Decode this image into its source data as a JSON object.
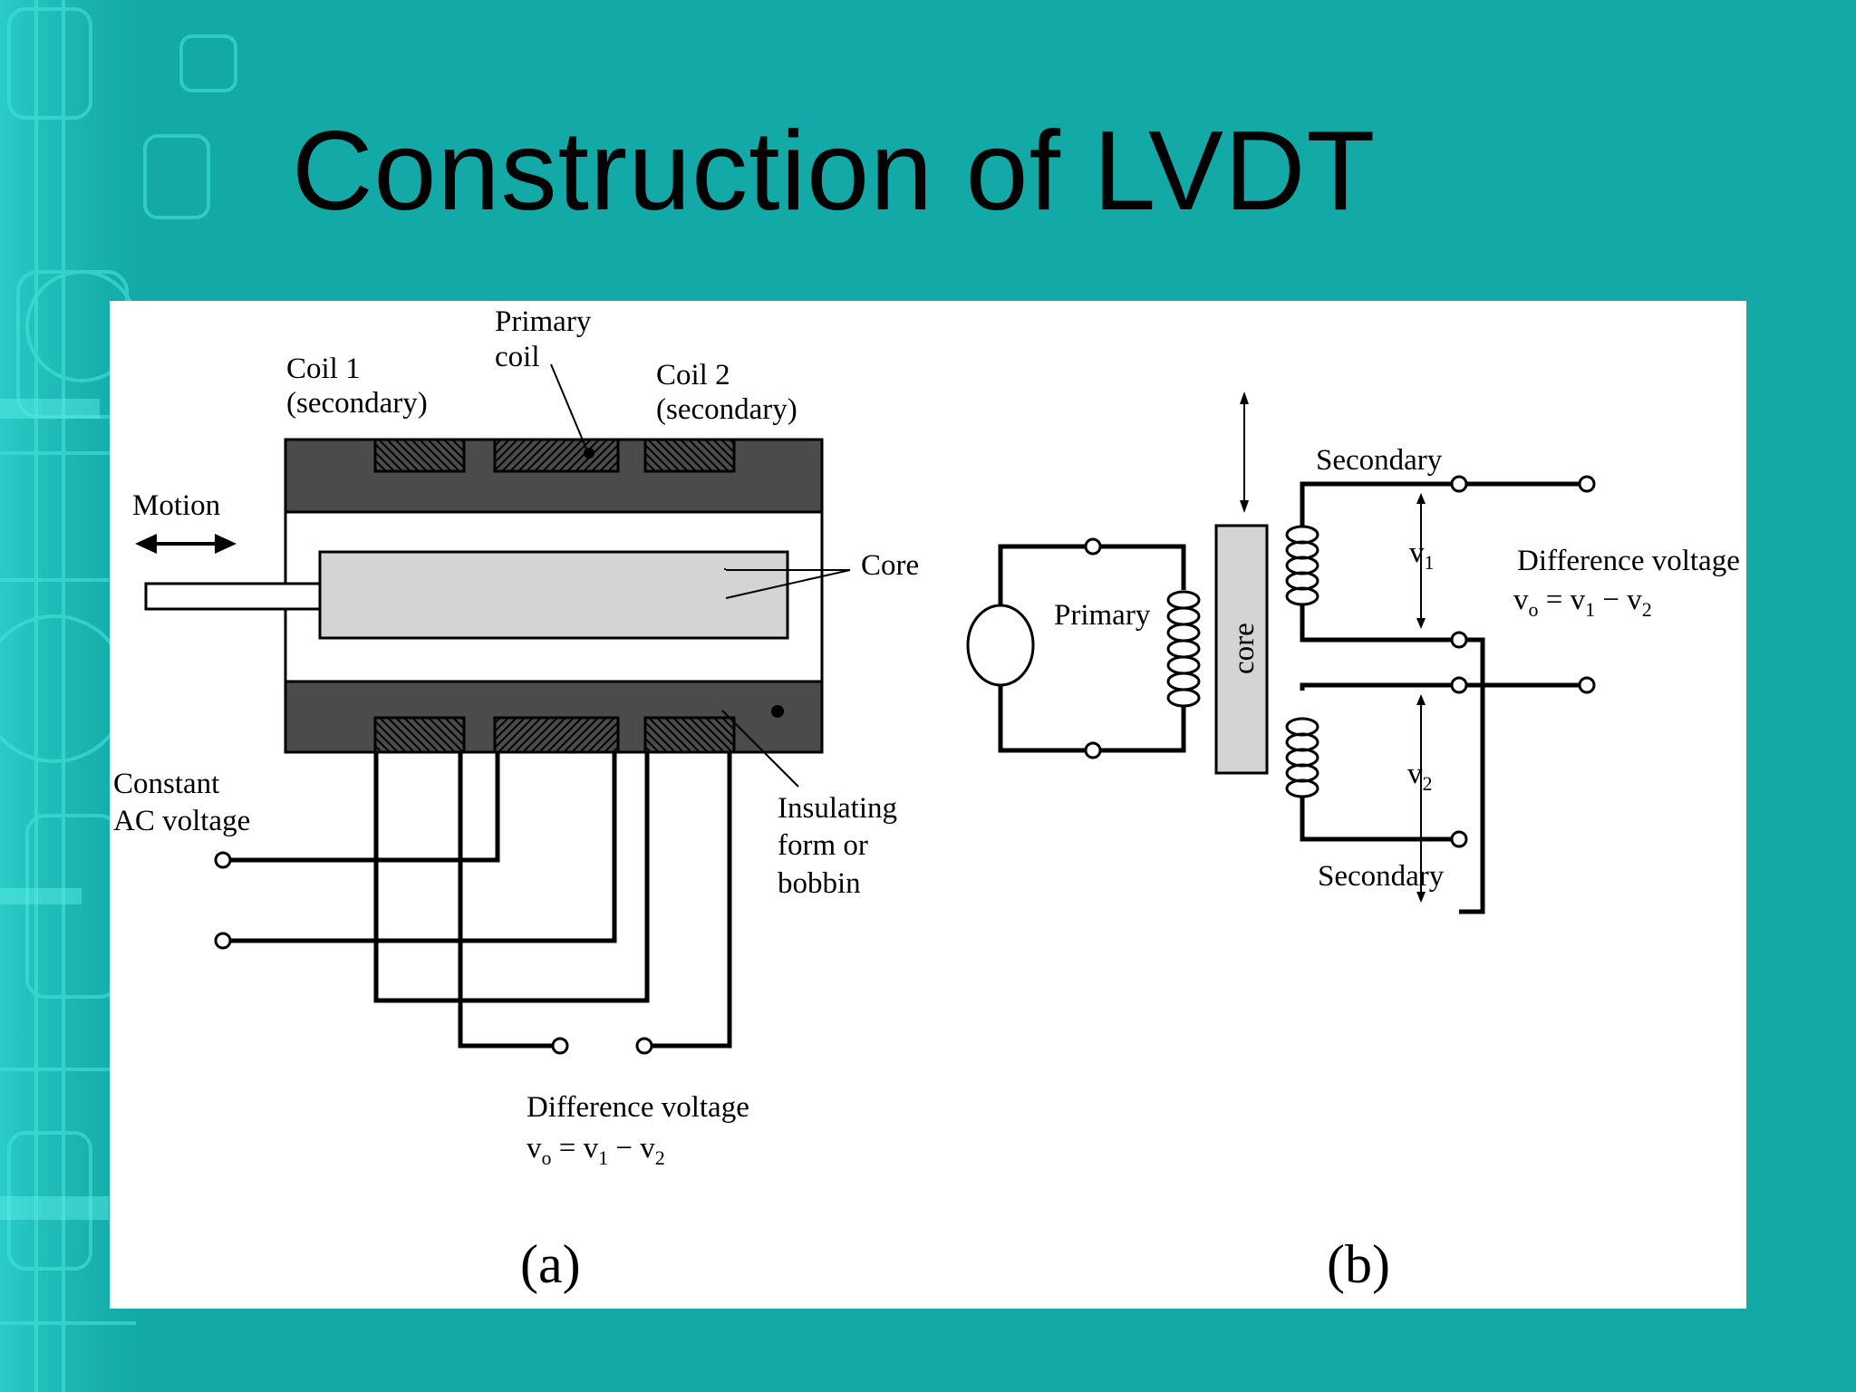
{
  "slide": {
    "title": "Construction of LVDT",
    "colors": {
      "background": "#12a9a7",
      "decor": "#2fd6d2",
      "panel": "#ffffff",
      "housing": "#4a4c4b",
      "core": "#d4d4d4"
    }
  },
  "diagram_a": {
    "caption": "(a)",
    "primary_coil_label": [
      "Primary",
      "coil"
    ],
    "coil1_label": [
      "Coil 1",
      "(secondary)"
    ],
    "coil2_label": [
      "Coil 2",
      "(secondary)"
    ],
    "motion_label": "Motion",
    "core_label": "Core",
    "ac_label": [
      "Constant",
      "AC voltage"
    ],
    "bobbin_label": [
      "Insulating",
      "form or",
      "bobbin"
    ],
    "diff_label": "Difference voltage",
    "formula": {
      "vo": "v",
      "vo_sub": "o",
      "eq": " = ",
      "v1": "v",
      "v1_sub": "1",
      "minus": " −  ",
      "v2": "v",
      "v2_sub": "2"
    }
  },
  "diagram_b": {
    "caption": "(b)",
    "primary_label": "Primary",
    "core_label": "core",
    "secondary_top_label": "Secondary",
    "secondary_bottom_label": "Secondary",
    "v1": {
      "v": "v",
      "sub": "1"
    },
    "v2": {
      "v": "v",
      "sub": "2"
    },
    "diff_label": "Difference voltage",
    "formula": {
      "vo": "v",
      "vo_sub": "o",
      "eq": " = ",
      "v1": "v",
      "v1_sub": "1",
      "minus": " −  ",
      "v2": "v",
      "v2_sub": "2"
    }
  }
}
